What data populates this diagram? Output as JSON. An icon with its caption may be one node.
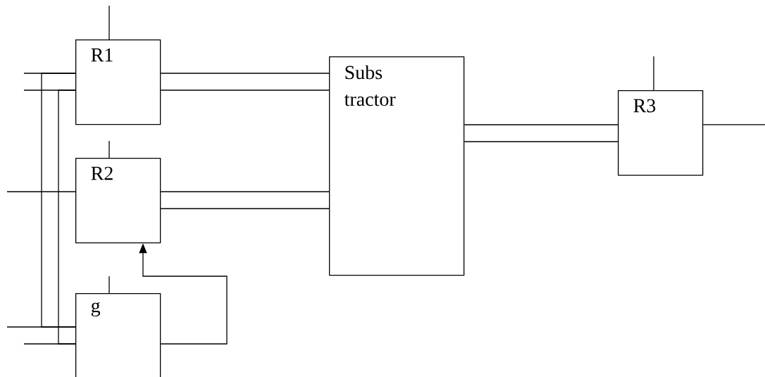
{
  "diagram": {
    "nodes": [
      {
        "text": [
          "R1"
        ]
      },
      {
        "text": [
          "R2"
        ]
      },
      {
        "text": [
          "g"
        ]
      },
      {
        "text": [
          "Subs tractor"
        ]
      },
      {
        "text": [
          "R3"
        ]
      }
    ],
    "edges": [
      {
        "from": 0,
        "to": 3,
        "arrow": "none"
      },
      {
        "from": 0,
        "to": 3,
        "arrow": "none"
      },
      {
        "from": 1,
        "to": 3,
        "arrow": "none"
      },
      {
        "from": 1,
        "to": 3,
        "arrow": "none"
      },
      {
        "from": 3,
        "to": 4,
        "arrow": "none"
      },
      {
        "from": 3,
        "to": 4,
        "arrow": "none"
      },
      {
        "from": 2,
        "to": 1,
        "arrow": "to"
      },
      {
        "from": 0,
        "to": 2,
        "arrow": "none"
      },
      {
        "from": 0,
        "to": 2,
        "arrow": "none"
      },
      {
        "from": null,
        "to": 0,
        "arrow": "none"
      },
      {
        "from": null,
        "to": 0,
        "arrow": "none"
      },
      {
        "from": null,
        "to": 0,
        "arrow": "none"
      },
      {
        "from": null,
        "to": 1,
        "arrow": "none"
      },
      {
        "from": null,
        "to": 1,
        "arrow": "none"
      },
      {
        "from": null,
        "to": 2,
        "arrow": "none"
      },
      {
        "from": null,
        "to": 2,
        "arrow": "none"
      },
      {
        "from": null,
        "to": 2,
        "arrow": "none"
      },
      {
        "from": null,
        "to": 4,
        "arrow": "none"
      },
      {
        "from": 4,
        "to": null,
        "arrow": "none"
      }
    ]
  }
}
